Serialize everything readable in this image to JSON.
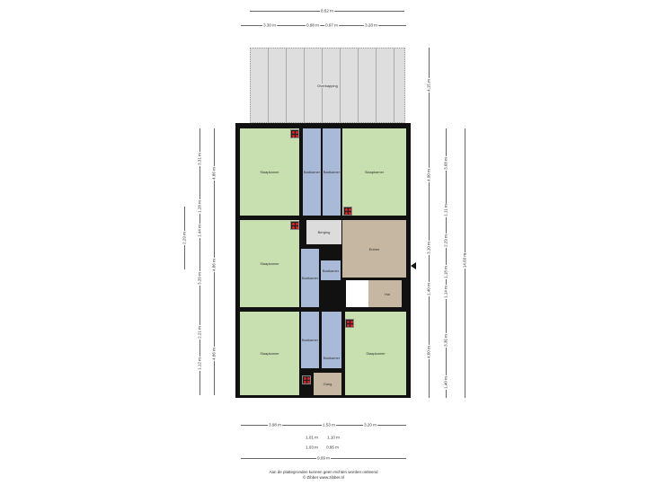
{
  "rooms": {
    "overkapping": "Overkapping",
    "slaapkamer_tl": "Slaapkamer",
    "slaapkamer_tr": "Slaapkamer",
    "slaapkamer_ml": "Slaapkamer",
    "slaapkamer_bl": "Slaapkamer",
    "slaapkamer_br": "Slaapkamer",
    "badkamer_1": "Badkamer",
    "badkamer_2": "Badkamer",
    "badkamer_3": "Badkamer",
    "badkamer_4": "Badkamer",
    "badkamer_5": "Badkamer",
    "badkamer_6": "Badkamer",
    "berging": "Berging",
    "entree": "Entree",
    "hal": "Hal",
    "gang": "Gang"
  },
  "dims": {
    "top_total": "8.62 m",
    "top_1": "3.30 m",
    "top_2": "0.98 m",
    "top_3": "0.97 m",
    "top_4": "3.28 m",
    "left_a": "3.31 m",
    "left_b": "1.28 m",
    "left_c": "1.44 m",
    "left_d": "3.20 m",
    "left_e": "2.21 m",
    "left_f": "1.12 m",
    "left_g1": "4.86 m",
    "left_g2": "4.86 m",
    "left_g3": "4.86 m",
    "left_h": "2.29 m",
    "right_a1": "4.15 m",
    "right_a2": "4.90 m",
    "right_a3": "3.10 m",
    "right_a4": "1.40 m",
    "right_a5": "4.60 m",
    "right_b1": "3.68 m",
    "right_b2": "1.11 m",
    "right_b3": "2.29 m",
    "right_b4": "1.18 m",
    "right_b5": "1.14 m",
    "right_b6": "3.36 m",
    "right_b7": "1.40 m",
    "right_total": "14.69 m",
    "bottom_1": "3.98 m",
    "bottom_2": "1.53 m",
    "bottom_3": "3.20 m",
    "bottom_4": "1.01 m",
    "bottom_5": "1.10 m",
    "bottom_6": "1.03 m",
    "bottom_7": "0.95 m",
    "bottom_total": "9.09 m"
  },
  "footer": {
    "line1": "Aan de plattegronden kunnen geen rechten worden ontleend",
    "line2": "© Zibber www.zibber.nl"
  }
}
